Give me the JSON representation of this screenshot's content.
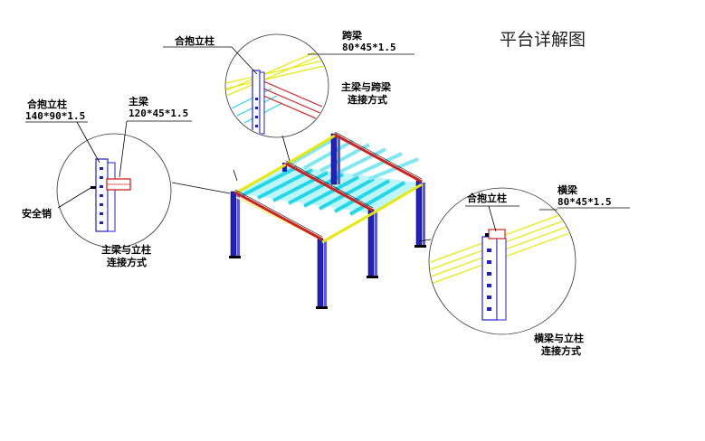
{
  "title": "平台详解图",
  "colors": {
    "column": "#2020c8",
    "main_beam": "#e8e800",
    "cross_beam": "#d02020",
    "decking": "#20d8e8",
    "outline": "#000000"
  },
  "callouts": {
    "left": {
      "column_name": "合抱立柱",
      "column_spec": "140*90*1.5",
      "beam_name": "主梁",
      "beam_spec": "120*45*1.5",
      "pin_name": "安全销",
      "caption_line1": "主梁与立柱",
      "caption_line2": "连接方式"
    },
    "top": {
      "column_name": "合抱立柱",
      "beam_name": "跨梁",
      "beam_spec": "80*45*1.5",
      "caption_line1": "主梁与跨梁",
      "caption_line2": "连接方式"
    },
    "right": {
      "column_name": "合抱立柱",
      "beam_name": "横梁",
      "beam_spec": "80*45*1.5",
      "caption_line1": "横梁与立柱",
      "caption_line2": "连接方式"
    }
  }
}
